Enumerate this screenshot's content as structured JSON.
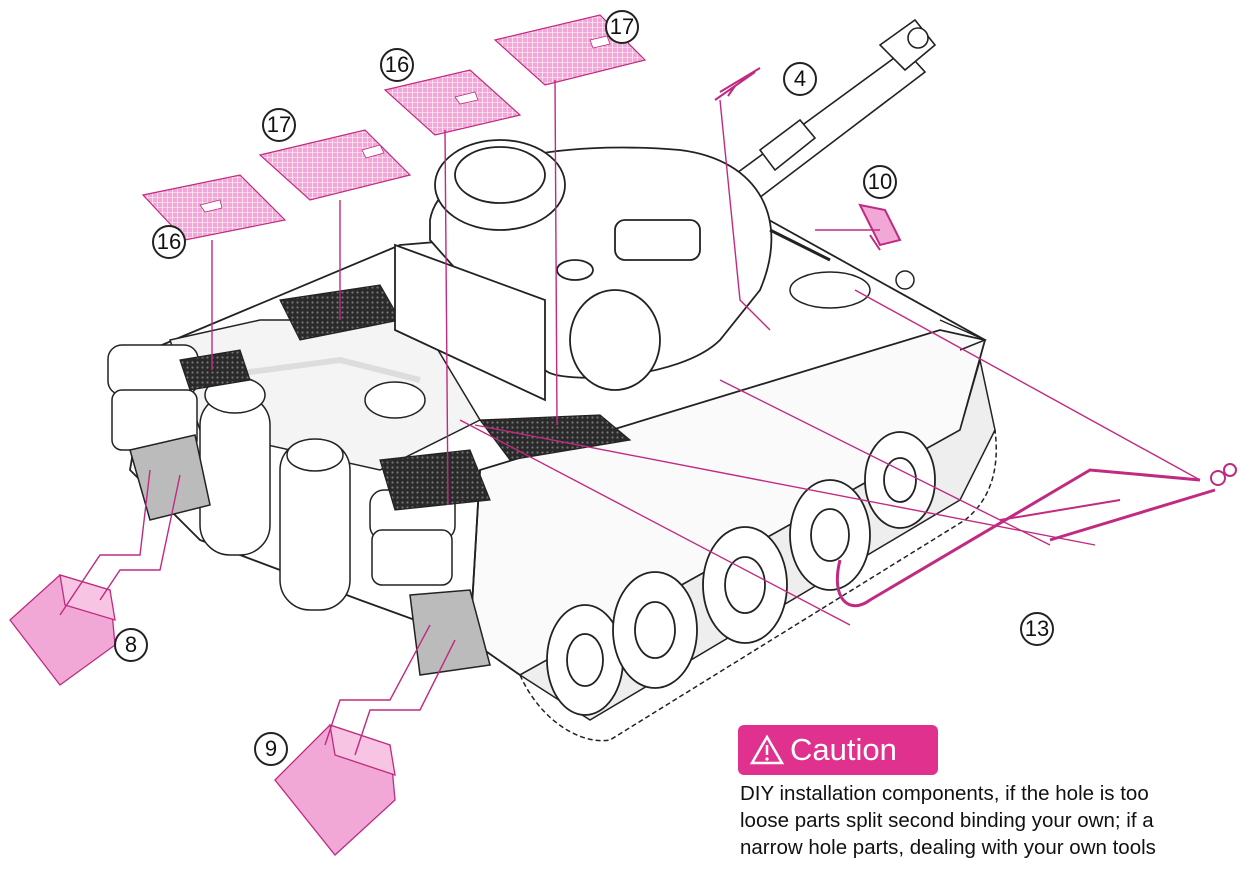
{
  "diagram": {
    "accent_color": "#e0318f",
    "part_fill": "#f2a8d6",
    "line_color": "#222222",
    "subject_icon": "tiger-tank-icon",
    "part_labels": [
      "17",
      "16",
      "17",
      "16",
      "4",
      "10",
      "8",
      "9",
      "13"
    ]
  },
  "caution": {
    "label": "Caution",
    "icon": "warning-triangle-icon",
    "lines": [
      "DIY installation components, if the hole is too",
      "loose parts split second binding your own; if a",
      "narrow hole parts, dealing with your own tools"
    ]
  }
}
